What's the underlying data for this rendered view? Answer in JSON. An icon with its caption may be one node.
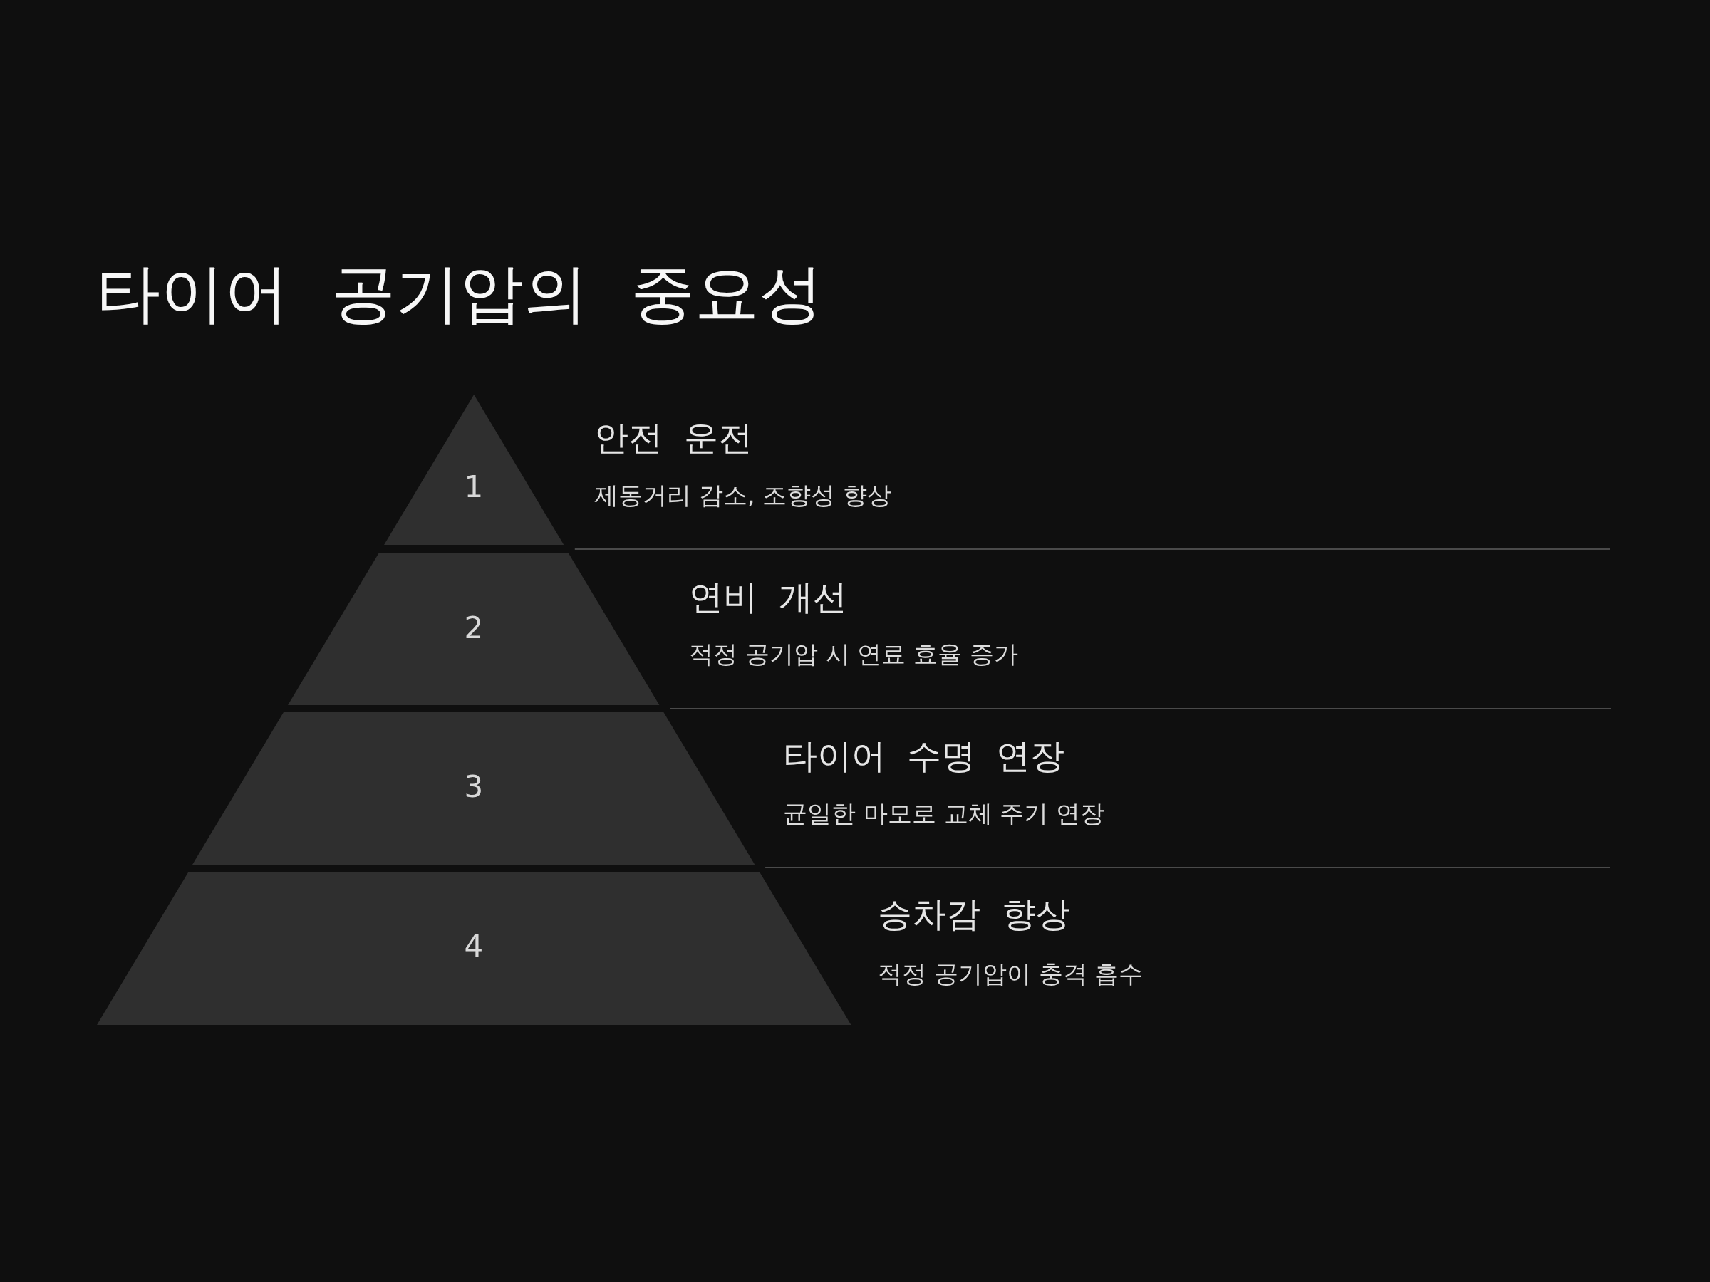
{
  "diagram": {
    "title": "타이어 공기압의 중요성",
    "nodes": [
      {
        "text": [
          "1"
        ],
        "beside": [
          "안전 운전",
          "제동거리 감소, 조향성 향상"
        ]
      },
      {
        "text": [
          "2"
        ],
        "beside": [
          "연비 개선",
          "적정 공기압 시 연료 효율 증가"
        ]
      },
      {
        "text": [
          "3"
        ],
        "beside": [
          "타이어 수명 연장",
          "균일한 마모로 교체 주기 연장"
        ]
      },
      {
        "text": [
          "4"
        ],
        "beside": [
          "승차감 향상",
          "적정 공기압이 충격 흡수"
        ]
      }
    ]
  }
}
